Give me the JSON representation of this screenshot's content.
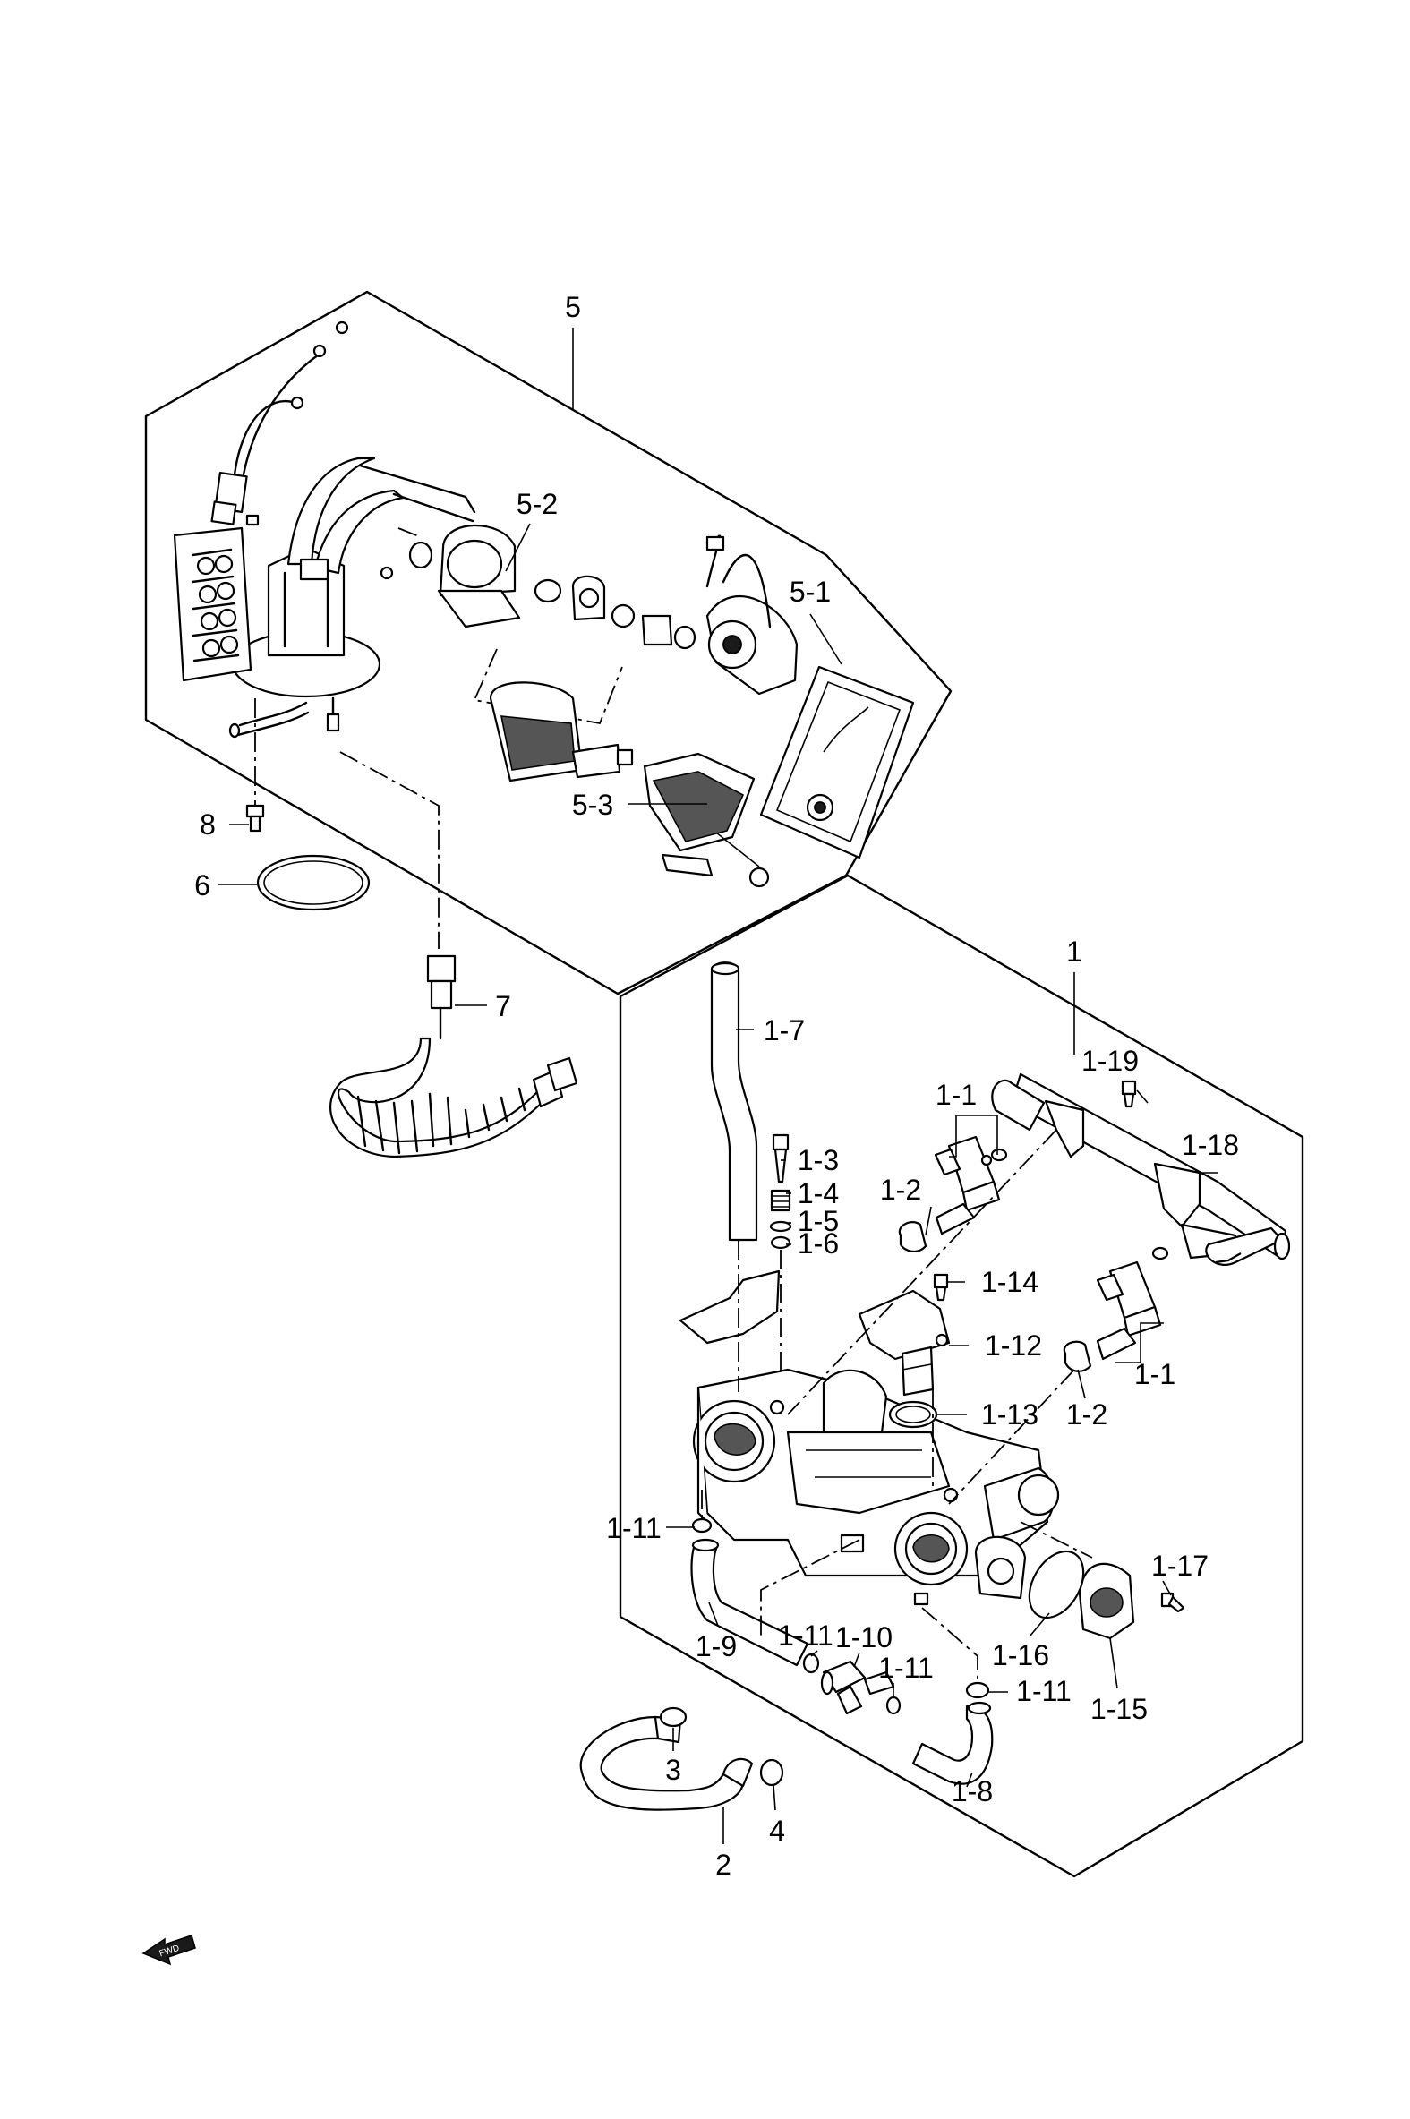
{
  "labels": {
    "c5": "5",
    "c5_1": "5-1",
    "c5_2": "5-2",
    "c5_3": "5-3",
    "c6": "6",
    "c7": "7",
    "c8": "8",
    "c1": "1",
    "c1_1a": "1-1",
    "c1_1b": "1-1",
    "c1_2a": "1-2",
    "c1_2b": "1-2",
    "c1_3": "1-3",
    "c1_4": "1-4",
    "c1_5": "1-5",
    "c1_6": "1-6",
    "c1_7": "1-7",
    "c1_8": "1-8",
    "c1_9": "1-9",
    "c1_10": "1-10",
    "c1_11a": "1-11",
    "c1_11b": "1-11",
    "c1_11c": "1-11",
    "c1_11d": "1-11",
    "c1_12": "1-12",
    "c1_13": "1-13",
    "c1_14": "1-14",
    "c1_15": "1-15",
    "c1_16": "1-16",
    "c1_17": "1-17",
    "c1_18": "1-18",
    "c1_19": "1-19",
    "c2": "2",
    "c3": "3",
    "c4": "4",
    "fwd": "FWD"
  }
}
